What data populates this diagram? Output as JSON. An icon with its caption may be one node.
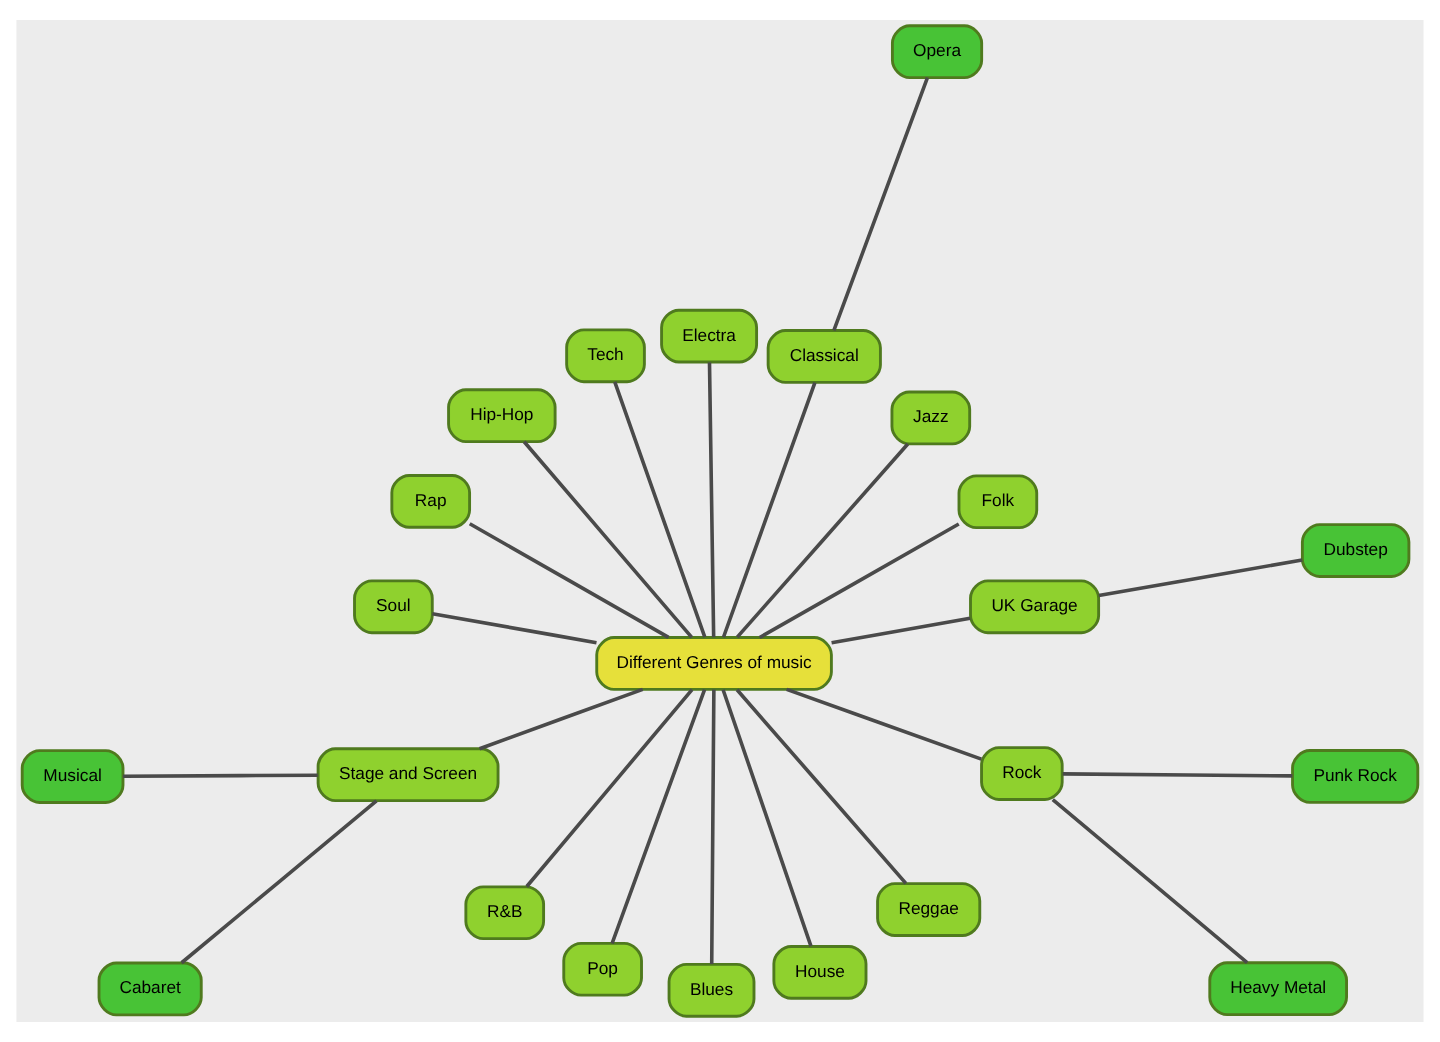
{
  "diagram": {
    "nodes": [
      {
        "text": [
          "UK Garage"
        ]
      },
      {
        "text": [
          "Dubstep"
        ]
      },
      {
        "text": [
          "Folk"
        ]
      },
      {
        "text": [
          "Jazz"
        ]
      },
      {
        "text": [
          "Classical"
        ]
      },
      {
        "text": [
          "Opera"
        ]
      },
      {
        "text": [
          "Electra"
        ]
      },
      {
        "text": [
          "Tech"
        ]
      },
      {
        "text": [
          "Hip-Hop"
        ]
      },
      {
        "text": [
          "Rap"
        ]
      },
      {
        "text": [
          "Different Genres of music"
        ]
      },
      {
        "text": [
          "Soul"
        ]
      },
      {
        "text": [
          "Stage and Screen"
        ]
      },
      {
        "text": [
          "R&B"
        ]
      },
      {
        "text": [
          "Pop"
        ]
      },
      {
        "text": [
          "Blues"
        ]
      },
      {
        "text": [
          "House"
        ]
      },
      {
        "text": [
          "Reggae"
        ]
      },
      {
        "text": [
          "Musical"
        ]
      },
      {
        "text": [
          "Cabaret"
        ]
      },
      {
        "text": [
          "Rock"
        ]
      },
      {
        "text": [
          "Heavy Metal"
        ]
      },
      {
        "text": [
          "Punk Rock"
        ]
      }
    ],
    "edges": [
      {
        "from": 0,
        "to": 1,
        "arrow": "none"
      },
      {
        "from": 10,
        "to": 0,
        "arrow": "none"
      },
      {
        "from": 10,
        "to": 2,
        "arrow": "none"
      },
      {
        "from": 10,
        "to": 3,
        "arrow": "none"
      },
      {
        "from": 10,
        "to": 4,
        "arrow": "none"
      },
      {
        "from": 4,
        "to": 5,
        "arrow": "none"
      },
      {
        "from": 10,
        "to": 6,
        "arrow": "none"
      },
      {
        "from": 10,
        "to": 7,
        "arrow": "none"
      },
      {
        "from": 10,
        "to": 8,
        "arrow": "none"
      },
      {
        "from": 10,
        "to": 9,
        "arrow": "none"
      },
      {
        "from": 10,
        "to": 11,
        "arrow": "none"
      },
      {
        "from": 10,
        "to": 12,
        "arrow": "none"
      },
      {
        "from": 10,
        "to": 13,
        "arrow": "none"
      },
      {
        "from": 10,
        "to": 14,
        "arrow": "none"
      },
      {
        "from": 10,
        "to": 15,
        "arrow": "none"
      },
      {
        "from": 10,
        "to": 16,
        "arrow": "none"
      },
      {
        "from": 10,
        "to": 17,
        "arrow": "none"
      },
      {
        "from": 10,
        "to": 20,
        "arrow": "none"
      },
      {
        "from": 12,
        "to": 18,
        "arrow": "none"
      },
      {
        "from": 12,
        "to": 19,
        "arrow": "none"
      },
      {
        "from": 20,
        "to": 21,
        "arrow": "none"
      },
      {
        "from": 20,
        "to": 22,
        "arrow": "none"
      }
    ]
  }
}
